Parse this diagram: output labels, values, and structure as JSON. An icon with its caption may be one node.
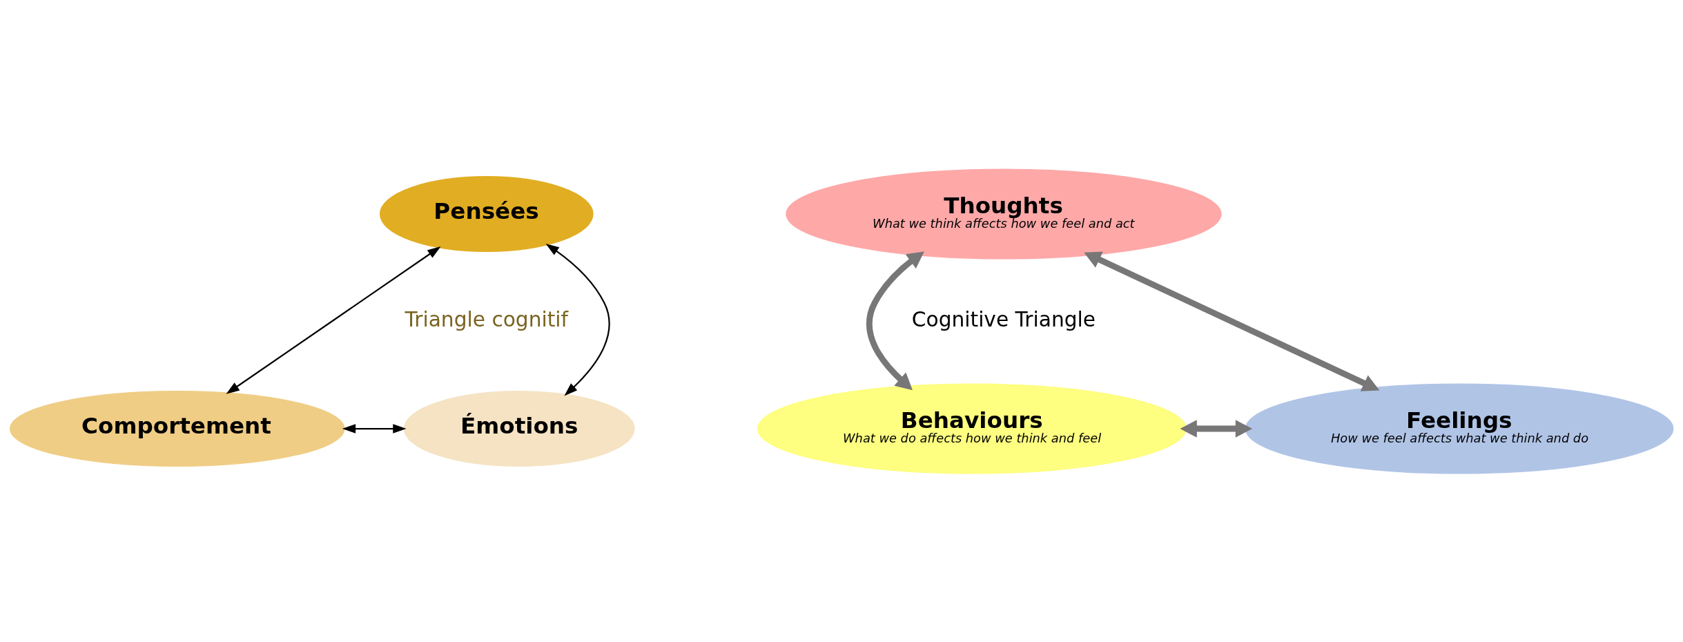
{
  "diagram": {
    "nodes": [
      {
        "text": [
          "Pensées"
        ]
      },
      {
        "text": [
          "Émotions"
        ]
      },
      {
        "text": [
          "Comportement"
        ]
      },
      {
        "text": [
          "Thoughts",
          "What we think affects how we feel and act"
        ]
      },
      {
        "text": [
          "Feelings",
          "How we feel affects what we think and do"
        ]
      },
      {
        "text": [
          "Behaviours",
          "What we do affects how we think and feel"
        ]
      }
    ],
    "edges": [
      {
        "from": 1,
        "to": 0,
        "arrow": "both",
        "color": "#000000"
      },
      {
        "from": 0,
        "to": 2,
        "arrow": "both",
        "color": "#000000"
      },
      {
        "from": 1,
        "to": 2,
        "arrow": "both",
        "color": "#000000"
      },
      {
        "from": 4,
        "to": 3,
        "arrow": "both",
        "style": "thick",
        "color": "#777777"
      },
      {
        "from": 3,
        "to": 5,
        "arrow": "both",
        "style": "thick",
        "color": "#777777"
      },
      {
        "from": 4,
        "to": 5,
        "arrow": "both",
        "style": "thick",
        "color": "#777777"
      }
    ],
    "labels": [
      "Triangle cognitif",
      "Cognitive Triangle"
    ]
  }
}
